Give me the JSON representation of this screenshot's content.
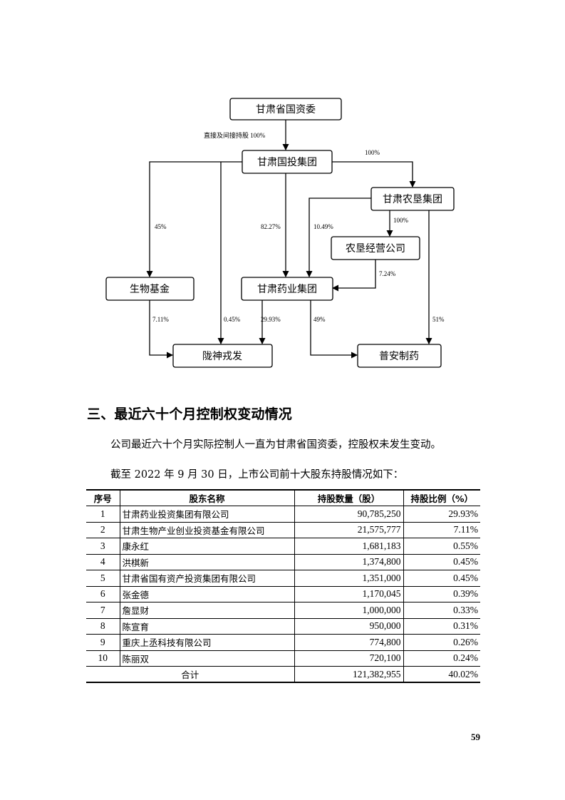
{
  "diagram": {
    "nodes": {
      "gansu_sasac": "甘肃省国资委",
      "gansu_investment": "甘肃国投集团",
      "gansu_nongken": "甘肃农垦集团",
      "nongken_operation": "农垦经营公司",
      "bio_fund": "生物基金",
      "gansu_pharma": "甘肃药业集团",
      "longshen": "陇神戎发",
      "puan": "普安制药"
    },
    "edges": {
      "sasac_to_investment": "直接及间接持股 100%",
      "investment_to_nongken": "100%",
      "investment_to_bio_fund": "45%",
      "investment_to_pharma": "82.27%",
      "nongken_to_pharma": "10.49%",
      "nongken_to_operation": "100%",
      "operation_to_pharma": "7.24%",
      "bio_fund_to_longshen": "7.11%",
      "investment_to_longshen": "0.45%",
      "pharma_to_longshen": "29.93%",
      "pharma_to_puan": "49%",
      "nongken_to_puan": "51%"
    }
  },
  "section": {
    "heading": "三、最近六十个月控制权变动情况",
    "paragraph1": "公司最近六十个月实际控制人一直为甘肃省国资委，控股权未发生变动。",
    "paragraph2": "截至 2022 年 9 月 30 日，上市公司前十大股东持股情况如下："
  },
  "table": {
    "headers": {
      "index": "序号",
      "name": "股东名称",
      "shares": "持股数量（股）",
      "ratio": "持股比例（%）"
    },
    "rows": [
      {
        "index": "1",
        "name": "甘肃药业投资集团有限公司",
        "shares": "90,785,250",
        "ratio": "29.93%"
      },
      {
        "index": "2",
        "name": "甘肃生物产业创业投资基金有限公司",
        "shares": "21,575,777",
        "ratio": "7.11%"
      },
      {
        "index": "3",
        "name": "康永红",
        "shares": "1,681,183",
        "ratio": "0.55%"
      },
      {
        "index": "4",
        "name": "洪棋新",
        "shares": "1,374,800",
        "ratio": "0.45%"
      },
      {
        "index": "5",
        "name": "甘肃省国有资产投资集团有限公司",
        "shares": "1,351,000",
        "ratio": "0.45%"
      },
      {
        "index": "6",
        "name": "张金德",
        "shares": "1,170,045",
        "ratio": "0.39%"
      },
      {
        "index": "7",
        "name": "詹显财",
        "shares": "1,000,000",
        "ratio": "0.33%"
      },
      {
        "index": "8",
        "name": "陈宣育",
        "shares": "950,000",
        "ratio": "0.31%"
      },
      {
        "index": "9",
        "name": "重庆上丞科技有限公司",
        "shares": "774,800",
        "ratio": "0.26%"
      },
      {
        "index": "10",
        "name": "陈丽双",
        "shares": "720,100",
        "ratio": "0.24%"
      }
    ],
    "total": {
      "label": "合计",
      "shares": "121,382,955",
      "ratio": "40.02%"
    }
  },
  "page_number": "59"
}
